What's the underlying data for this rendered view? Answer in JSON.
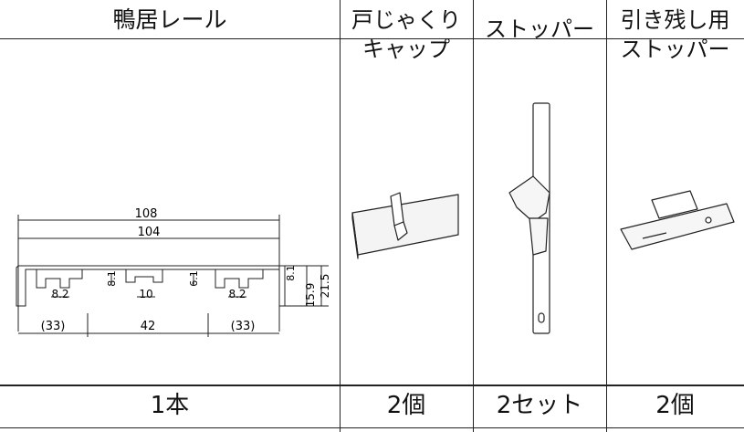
{
  "columns": [
    {
      "header_lines": [
        "鴨居レール"
      ],
      "quantity": "1本"
    },
    {
      "header_lines": [
        "戸じゃくり",
        "キャップ"
      ],
      "quantity": "2個"
    },
    {
      "header_lines": [
        "ストッパー"
      ],
      "quantity": "2セット"
    },
    {
      "header_lines": [
        "引き残し用",
        "ストッパー"
      ],
      "quantity": "2個"
    }
  ],
  "rail_dimensions": {
    "overall_width": "108",
    "inner_width": "104",
    "left_spacing": "(33)",
    "center_spacing": "42",
    "right_spacing": "(33)",
    "left_groove": "8.2",
    "center_groove": "10",
    "right_groove": "8.2",
    "step_a": "8.1",
    "step_b": "6.1",
    "right_step": "8.1",
    "height_inner": "15.9",
    "height_total": "21.5"
  },
  "colors": {
    "line": "#222222",
    "part_fill": "#ffffff",
    "part_shadow": "#e6e6e6"
  }
}
